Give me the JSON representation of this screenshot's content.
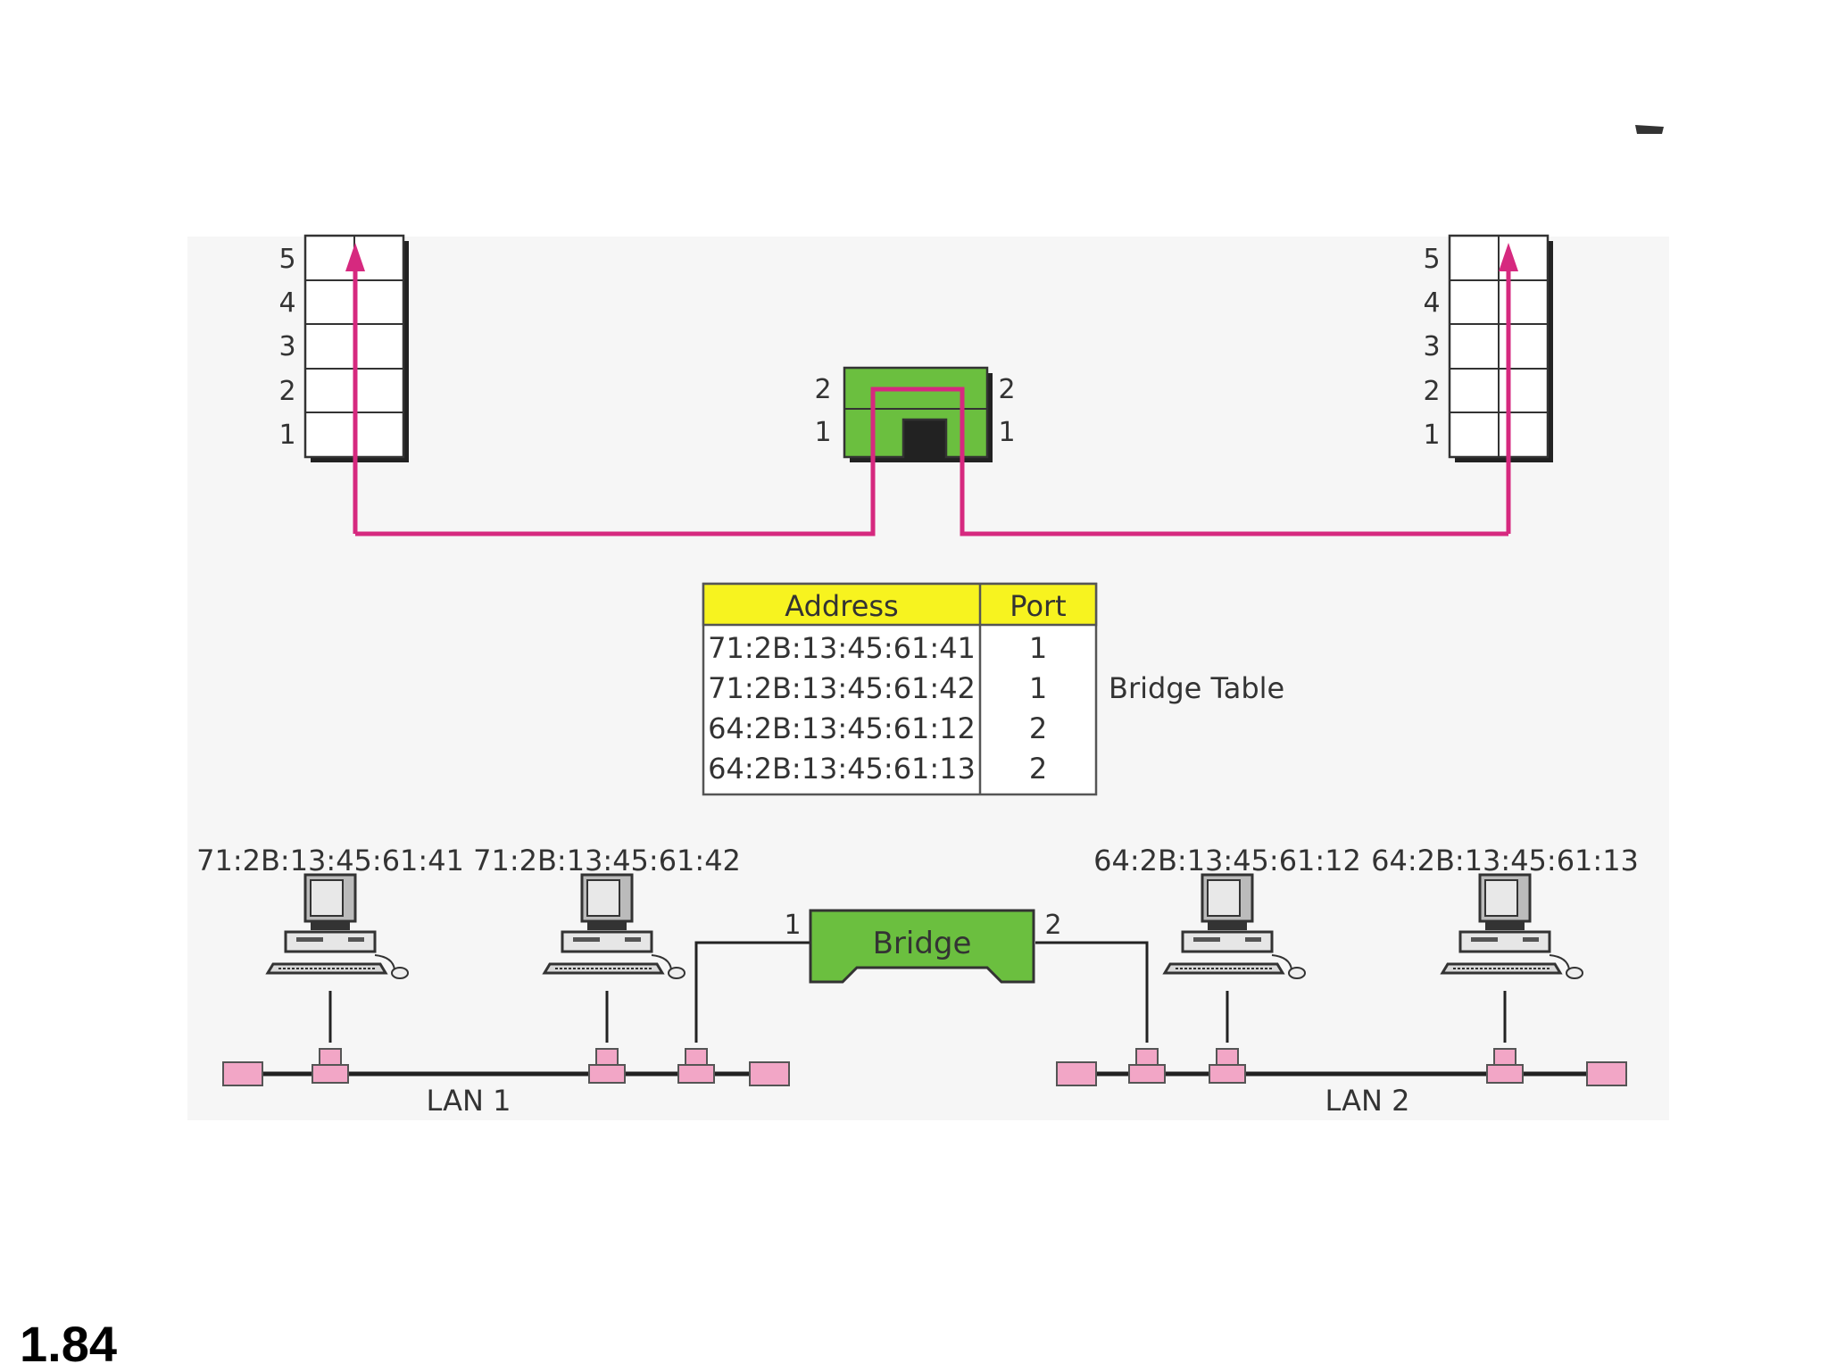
{
  "slide_number": "1.84",
  "colors": {
    "path": "#d6297f",
    "bridge_green": "#6bbf3f",
    "header_yellow": "#f7f31f",
    "station_pink": "#f2a6c6"
  },
  "left_stack": {
    "layers": [
      "5",
      "4",
      "3",
      "2",
      "1"
    ]
  },
  "right_stack": {
    "layers": [
      "5",
      "4",
      "3",
      "2",
      "1"
    ]
  },
  "bridge_device": {
    "left_ports": [
      "2",
      "1"
    ],
    "right_ports": [
      "2",
      "1"
    ]
  },
  "bridge_table": {
    "headers": {
      "address": "Address",
      "port": "Port"
    },
    "rows": [
      {
        "address": "71:2B:13:45:61:41",
        "port": "1"
      },
      {
        "address": "71:2B:13:45:61:42",
        "port": "1"
      },
      {
        "address": "64:2B:13:45:61:12",
        "port": "2"
      },
      {
        "address": "64:2B:13:45:61:13",
        "port": "2"
      }
    ],
    "caption": "Bridge Table"
  },
  "stations": [
    {
      "address": "71:2B:13:45:61:41"
    },
    {
      "address": "71:2B:13:45:61:42"
    },
    {
      "address": "64:2B:13:45:61:12"
    },
    {
      "address": "64:2B:13:45:61:13"
    }
  ],
  "bridge": {
    "label": "Bridge",
    "port_left": "1",
    "port_right": "2"
  },
  "lans": {
    "lan1": "LAN 1",
    "lan2": "LAN 2"
  }
}
